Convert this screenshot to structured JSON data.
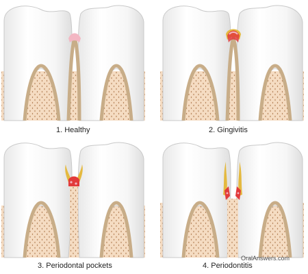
{
  "panels": [
    {
      "caption": "1. Healthy",
      "stage": "healthy"
    },
    {
      "caption": "2. Gingivitis",
      "stage": "gingivitis"
    },
    {
      "caption": "3. Periodontal pockets",
      "stage": "pockets"
    },
    {
      "caption": "4. Periodontitis",
      "stage": "periodontitis"
    }
  ],
  "credit": "OralAnswers.com",
  "colors": {
    "tooth": "#f9f9f9",
    "tooth_outline": "#c9c9c9",
    "bone": "#f5dcc2",
    "bone_dots": "#b98860",
    "gum_line": "#c8ad88",
    "gum_pink": "#f3b7c3",
    "inflamed": "#e23b3b",
    "plaque": "#e4b93f"
  }
}
